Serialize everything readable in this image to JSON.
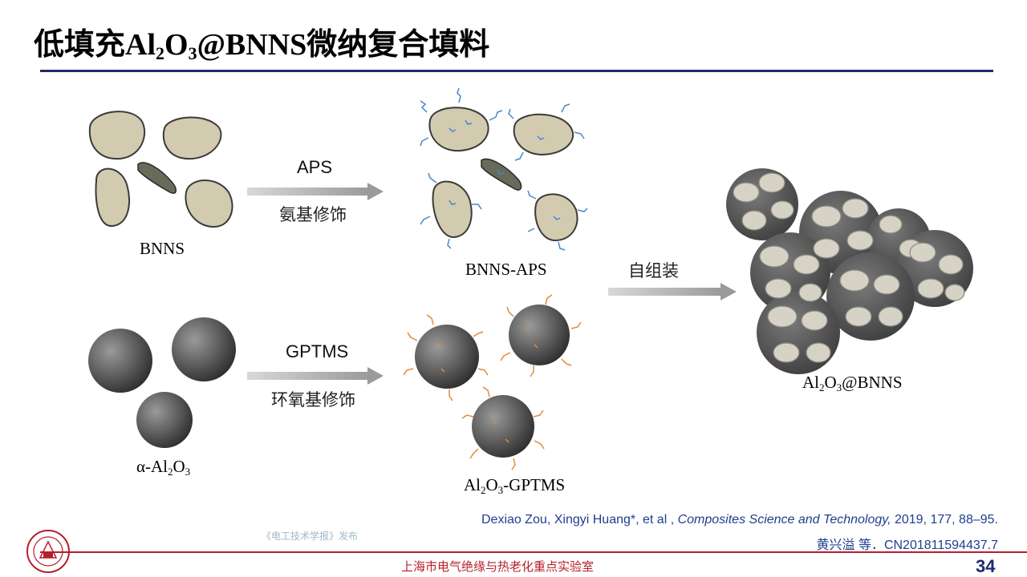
{
  "title": {
    "prefix": "低填充Al",
    "sub1": "2",
    "mid": "O",
    "sub2": "3",
    "suffix": "@BNNS微纳复合填料"
  },
  "labels": {
    "bnns": "BNNS",
    "bnns_aps": "BNNS-APS",
    "alumina_greek": "α-Al",
    "alumina_sub1": "2",
    "alumina_mid": "O",
    "alumina_sub2": "3",
    "al2o3_gptms_a": "Al",
    "al2o3_gptms_sub1": "2",
    "al2o3_gptms_b": "O",
    "al2o3_gptms_sub2": "3",
    "al2o3_gptms_c": "-GPTMS",
    "product_a": "Al",
    "product_sub1": "2",
    "product_b": "O",
    "product_sub2": "3",
    "product_c": "@BNNS"
  },
  "steps": {
    "aps": "APS",
    "aps_cn": "氨基修饰",
    "gptms": "GPTMS",
    "gptms_cn": "环氧基修饰",
    "assembly_cn": "自组装"
  },
  "reference": {
    "authors": "Dexiao Zou, Xingyi Huang*, et al ,",
    "journal": "Composites Science and Technology,",
    "details": "2019, 177, 88–95.",
    "patent": "黄兴溢 等．CN201811594437.7"
  },
  "watermark": "《电工技术学报》发布",
  "footer": {
    "lab": "上海市电气绝缘与热老化重点实验室",
    "page": "34"
  },
  "colors": {
    "title_rule": "#1f2a6b",
    "footer_red": "#b51f2a",
    "sheet": "#d2cbb0",
    "sphere": "#5a5a5a",
    "aps_chain": "#4a86c8",
    "gptms_chain": "#e08a3a"
  }
}
